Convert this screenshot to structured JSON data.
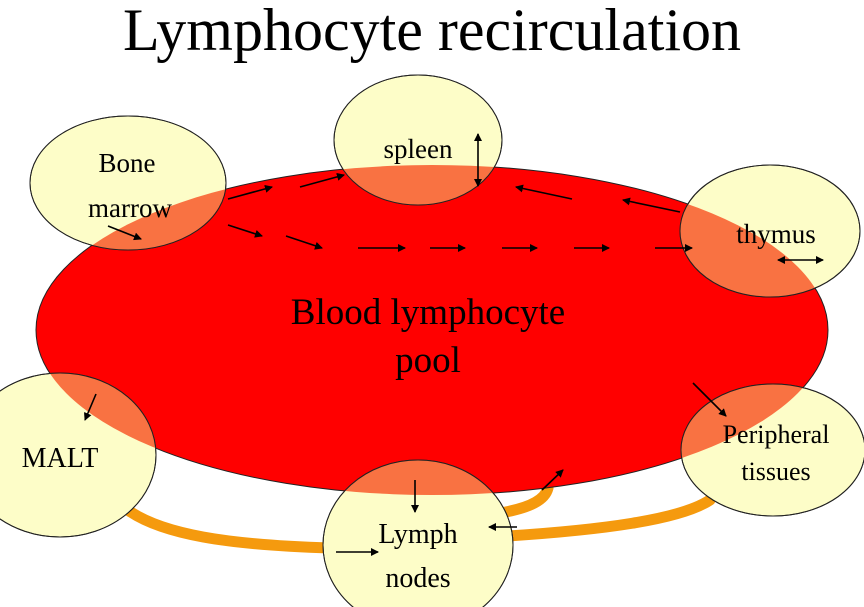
{
  "title": "Lymphocyte recirculation",
  "colors": {
    "pool": "#ff0000",
    "organ": "#fdfdc8",
    "overlap": "#f97242",
    "lymph_duct": "#f59a0e",
    "arrow": "#000000",
    "outline": "#222222"
  },
  "pool": {
    "label_line1": "Blood lymphocyte",
    "label_line2": "pool"
  },
  "organs": {
    "bone_marrow": {
      "line1": "Bone",
      "line2": "marrow"
    },
    "spleen": {
      "line1": "spleen"
    },
    "thymus": {
      "line1": "thymus"
    },
    "malt": {
      "line1": "MALT"
    },
    "lymph_nodes": {
      "line1": "Lymph",
      "line2": "nodes"
    },
    "peripheral_tissues": {
      "line1": "Peripheral",
      "line2": "tissues"
    }
  },
  "flows": [
    "bone marrow → blood pool",
    "blood pool → spleen",
    "spleen ↔ blood pool",
    "thymus → blood pool",
    "thymus ↔ blood pool",
    "blood pool → MALT",
    "blood pool → lymph nodes",
    "blood pool → peripheral tissues",
    "peripheral tissues → lymph nodes (lymph)",
    "MALT → lymph nodes (lymph)",
    "lymph nodes → blood pool (lymph)"
  ]
}
